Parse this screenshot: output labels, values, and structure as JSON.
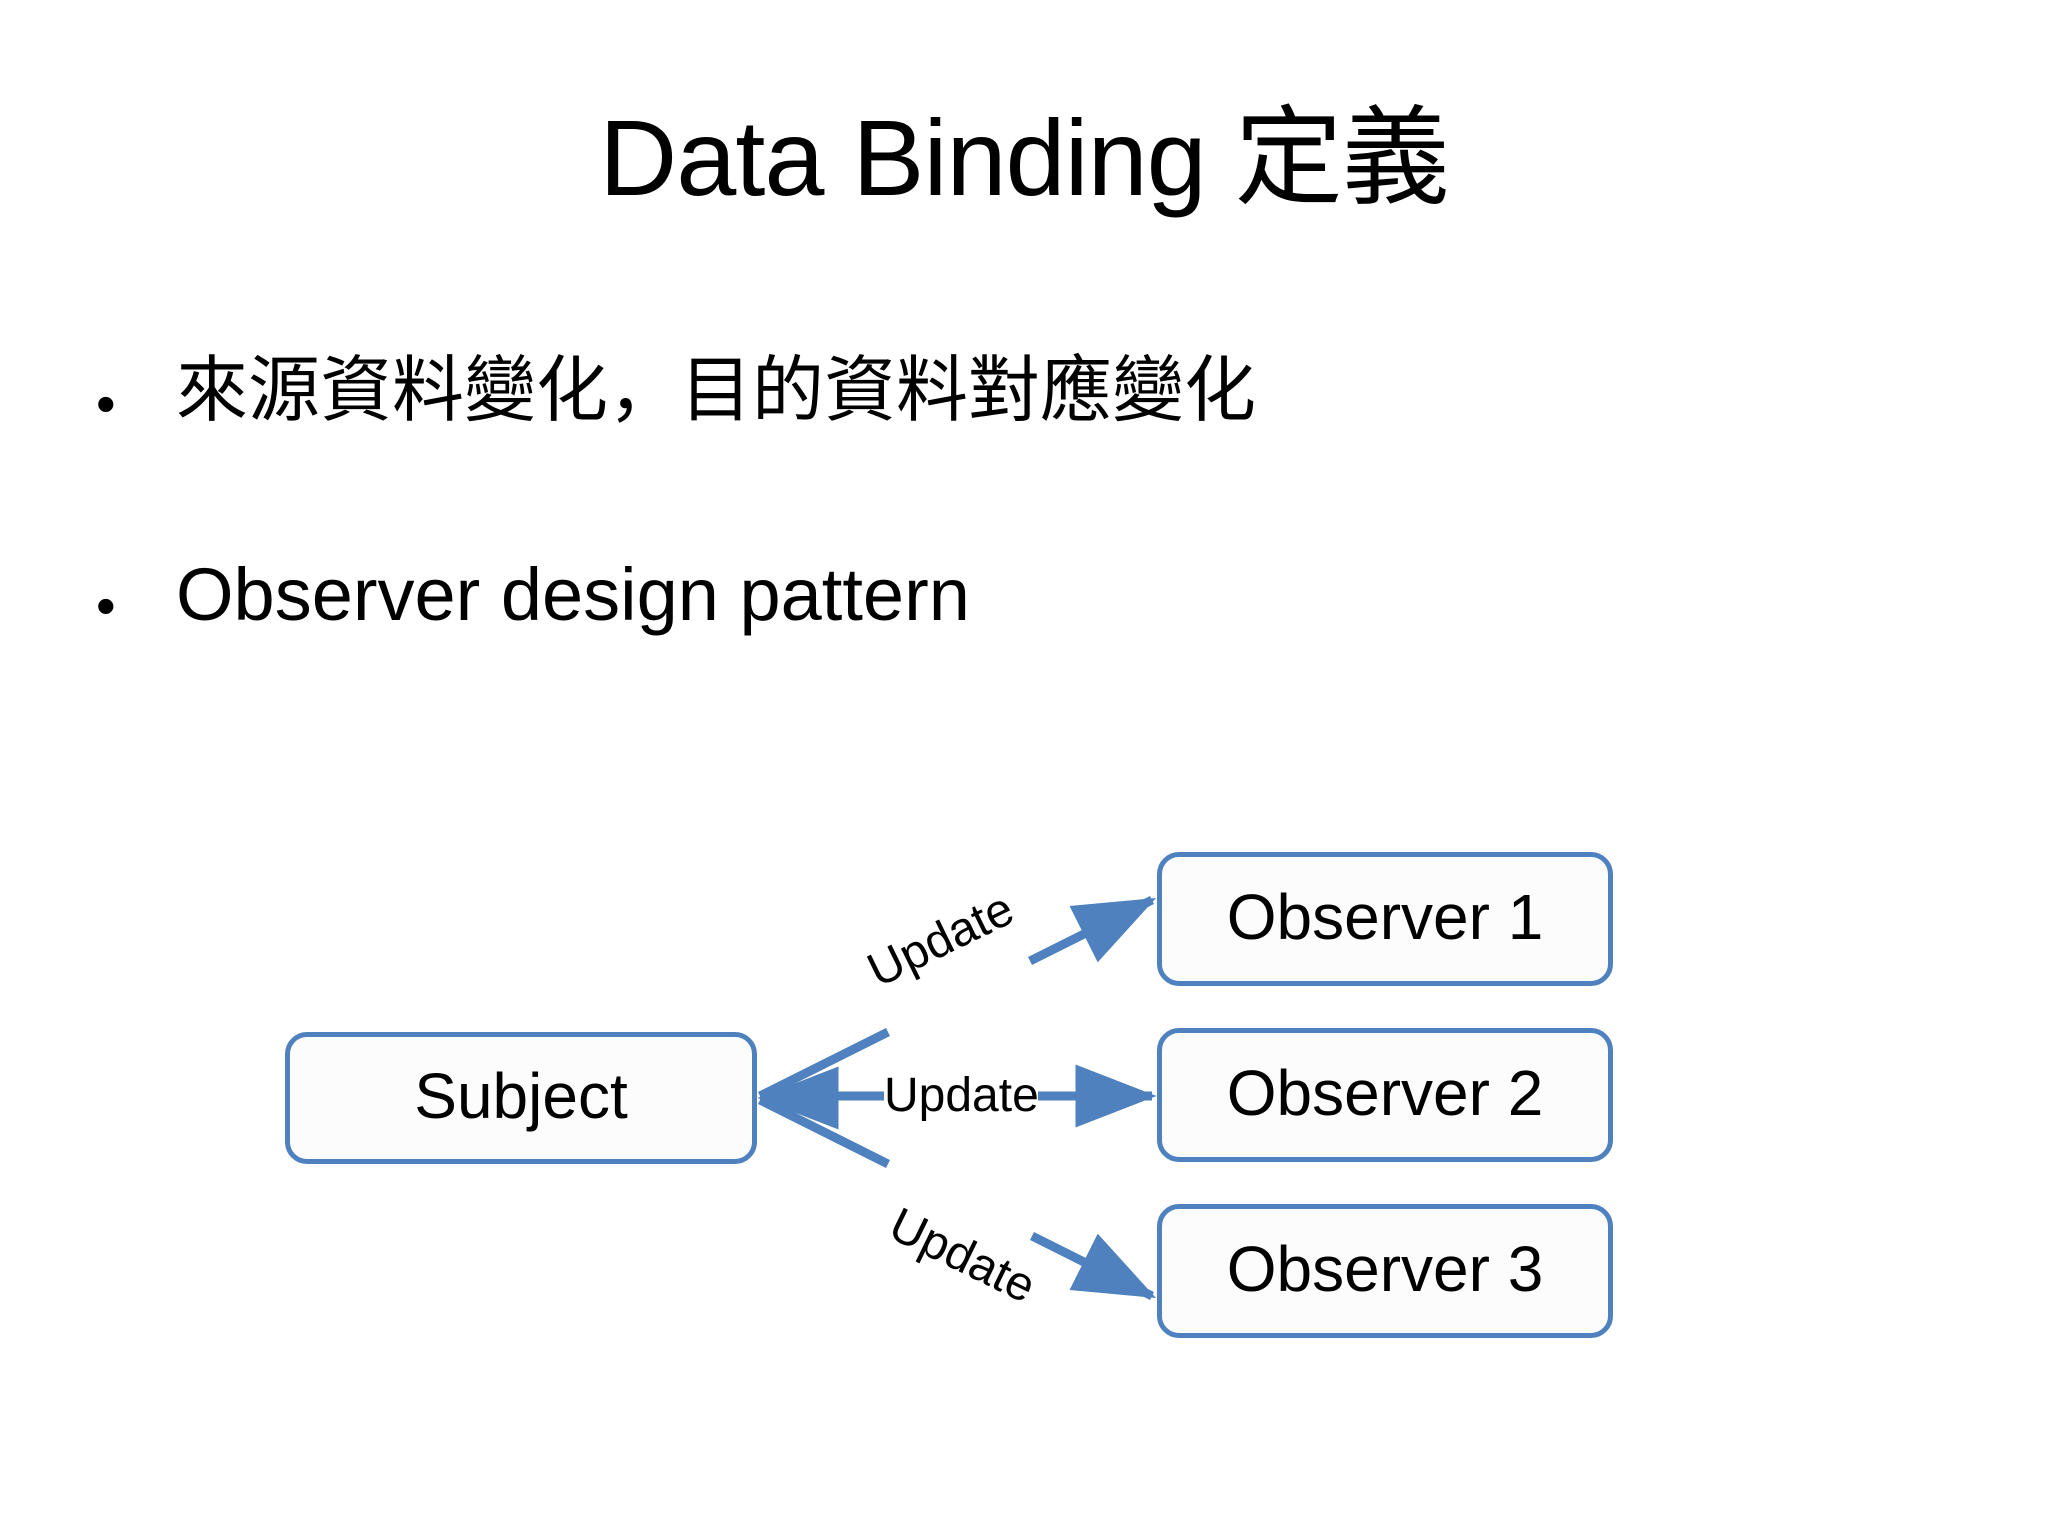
{
  "slide": {
    "title": "Data Binding 定義",
    "background_color": "#FFFFFF",
    "text_color": "#000000",
    "bullets": [
      {
        "marker": "•",
        "text": "來源資料變化，目的資料對應變化"
      },
      {
        "marker": "•",
        "text": "Observer design pattern"
      }
    ],
    "diagram": {
      "accent_color": "#4E81BD",
      "node_fill": "#FCFCFC",
      "nodes": [
        {
          "id": "subject",
          "label": "Subject"
        },
        {
          "id": "observer1",
          "label": "Observer 1"
        },
        {
          "id": "observer2",
          "label": "Observer 2"
        },
        {
          "id": "observer3",
          "label": "Observer 3"
        }
      ],
      "edges": [
        {
          "from": "subject",
          "to": "observer1",
          "label": "Update"
        },
        {
          "from": "subject",
          "to": "observer2",
          "label": "Update"
        },
        {
          "from": "subject",
          "to": "observer3",
          "label": "Update"
        }
      ]
    }
  }
}
